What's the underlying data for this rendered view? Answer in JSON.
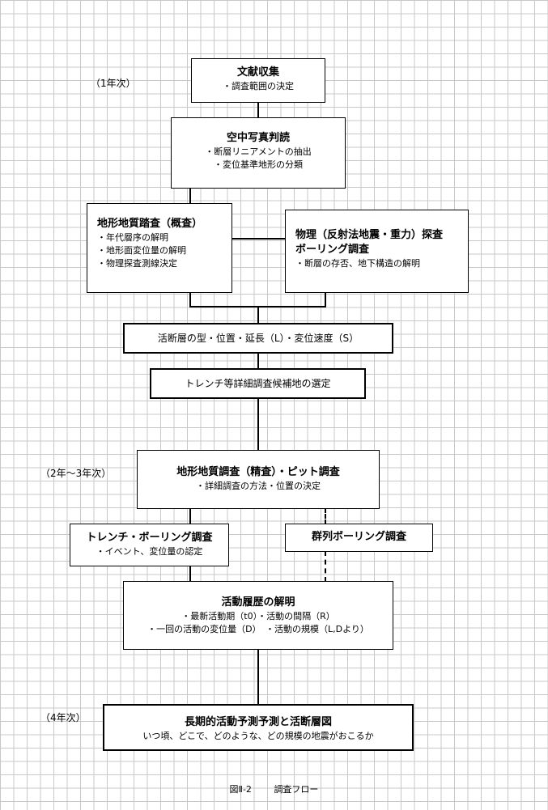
{
  "years": {
    "first": "（1年次）",
    "second": "（2年～3年次）",
    "fourth": "（4年次）"
  },
  "boxes": {
    "literature": {
      "title": "文献収集",
      "items": [
        "・調査範囲の決定"
      ]
    },
    "aerial": {
      "title": "空中写真判読",
      "items": [
        "・断層リニアメントの抽出",
        "・変位基準地形の分類"
      ]
    },
    "survey_general": {
      "title": "地形地質踏査（概査）",
      "items": [
        "・年代層序の解明",
        "・地形面変位量の解明",
        "・物理探査測線決定"
      ]
    },
    "physical": {
      "title_line1": "物理（反射法地震・重力）探査",
      "title_line2": "ボーリング調査",
      "items": [
        "・断層の存否、地下構造の解明"
      ]
    },
    "fault_type": {
      "text": "活断層の型・位置・延長（L）・変位速度（S）"
    },
    "trench_select": {
      "text": "トレンチ等詳細調査候補地の選定"
    },
    "survey_detail": {
      "title": "地形地質調査（精査）・ピット調査",
      "items": [
        "・詳細調査の方法・位置の決定"
      ]
    },
    "trench_boring": {
      "title": "トレンチ・ボーリング調査",
      "items": [
        "・イベント、変位量の認定"
      ]
    },
    "group_boring": {
      "title": "群列ボーリング調査"
    },
    "activity": {
      "title": "活動履歴の解明",
      "items": [
        "・最新活動期（t0）・活動の間隔（R）",
        "・一回の活動の変位量（D）　・活動の規模（L,Dより）"
      ]
    },
    "prediction": {
      "title": "長期的活動予測予測と活断層図",
      "subtitle": "いつ頃、どこで、どのような、どの規模の地震がおこるか"
    }
  },
  "caption": {
    "figure": "図Ⅱ-2",
    "title": "調査フロー"
  }
}
